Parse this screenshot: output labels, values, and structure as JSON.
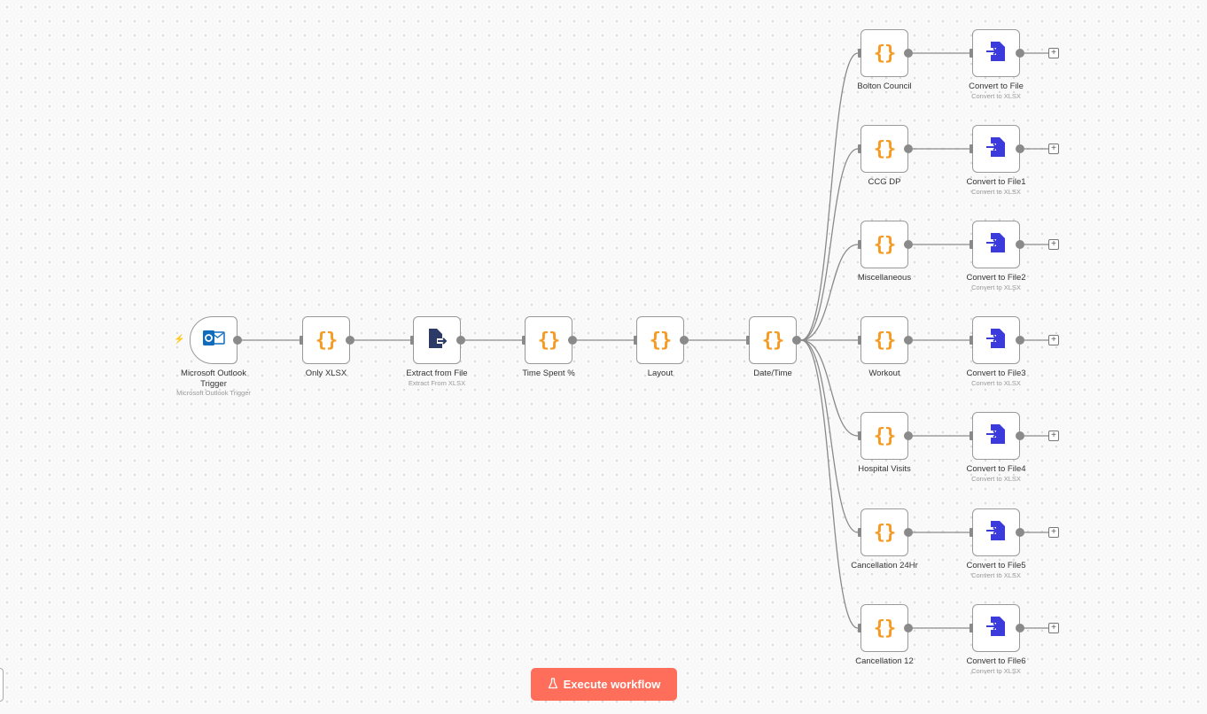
{
  "colors": {
    "accent": "#fe6e5a",
    "code_icon": "#f59a23",
    "convert_icon": "#3b3bdb",
    "extract_icon": "#2b3a67",
    "outlook": "#0f6cbd"
  },
  "main_nodes": [
    {
      "name": "Microsoft Outlook Trigger",
      "subtitle": "Microsoft Outlook Trigger",
      "icon": "outlook-icon",
      "trigger": true
    },
    {
      "name": "Only XLSX",
      "icon": "code-braces-icon"
    },
    {
      "name": "Extract from File",
      "subtitle": "Extract From XLSX",
      "icon": "extract-file-icon"
    },
    {
      "name": "Time Spent %",
      "icon": "code-braces-icon"
    },
    {
      "name": "Layout",
      "icon": "code-braces-icon"
    },
    {
      "name": "Date/Time",
      "icon": "code-braces-icon"
    }
  ],
  "branches": [
    {
      "code": "Bolton Council",
      "convert": "Convert to File",
      "convert_sub": "Convert to XLSX"
    },
    {
      "code": "CCG DP",
      "convert": "Convert to File1",
      "convert_sub": "Convert to XLSX"
    },
    {
      "code": "Miscellaneous",
      "convert": "Convert to File2",
      "convert_sub": "Convert to XLSX"
    },
    {
      "code": "Workout",
      "convert": "Convert to File3",
      "convert_sub": "Convert to XLSX"
    },
    {
      "code": "Hospital Visits",
      "convert": "Convert to File4",
      "convert_sub": "Convert to XLSX"
    },
    {
      "code": "Cancellation 24Hr",
      "convert": "Convert to File5",
      "convert_sub": "Convert to XLSX"
    },
    {
      "code": "Cancellation 12",
      "convert": "Convert to File6",
      "convert_sub": "Convert to XLSX"
    }
  ],
  "code_glyph": "{}",
  "plus_glyph": "+",
  "execute_button": {
    "label": "Execute workflow",
    "icon": "flask-icon"
  }
}
